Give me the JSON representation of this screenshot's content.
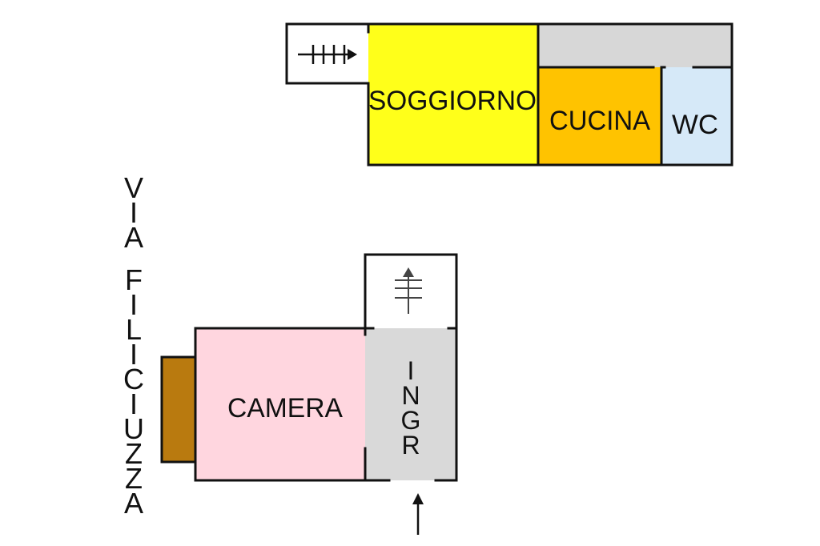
{
  "street_label": "VIA FILICIUZZA",
  "upper_floor": {
    "rooms": {
      "living": {
        "label": "SOGGIORNO",
        "color": "#ffff1a"
      },
      "kitchen": {
        "label": "CUCINA",
        "color": "#ffc300"
      },
      "bathroom": {
        "label": "WC",
        "color": "#d6e9f8"
      },
      "corridor": {
        "color": "#d7d7d7"
      }
    }
  },
  "ground_floor": {
    "rooms": {
      "bedroom": {
        "label": "CAMERA",
        "color": "#ffd6df"
      },
      "entrance": {
        "label": "INGR",
        "color": "#d9d9d9"
      },
      "balcony": {
        "color": "#b97a0f"
      }
    }
  },
  "icons": {
    "upper_stairs": "stairs-arrow-icon",
    "ground_stairs": "stairs-arrow-icon",
    "entry": "entry-arrow-icon"
  }
}
